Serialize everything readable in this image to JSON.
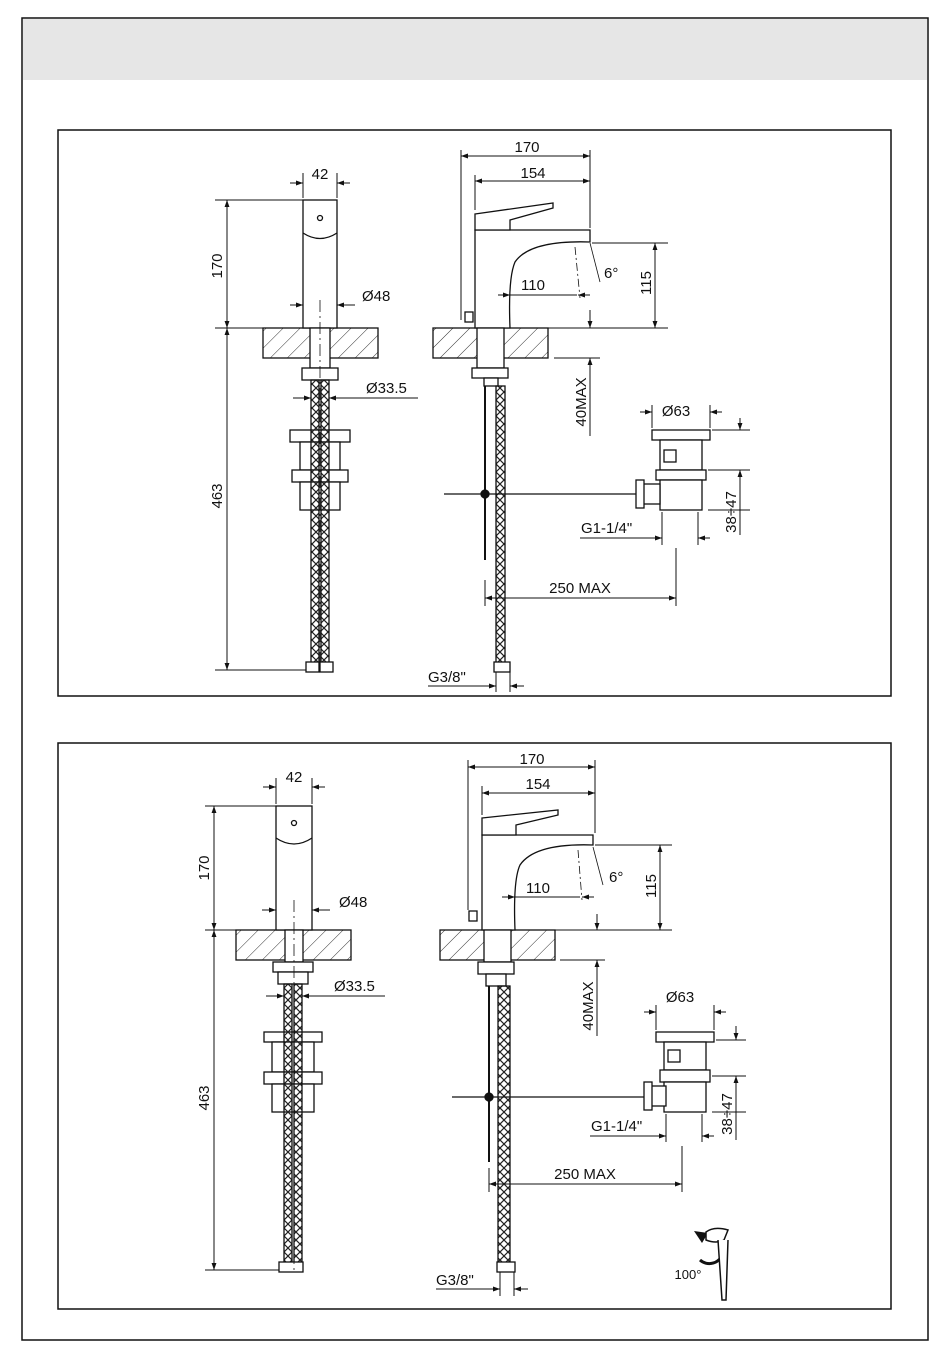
{
  "colors": {
    "line": "#111111",
    "header_band": "#e6e6e6",
    "background": "#ffffff"
  },
  "icons": [
    "rotation-arrow-icon",
    "lever-handle-icon"
  ],
  "drawings": [
    {
      "dims": {
        "top_width": "42",
        "top_height": "170",
        "body_diameter": "Ø48",
        "shank_diameter": "Ø33.5",
        "supply_length": "463",
        "overall_length": "170",
        "lever_length": "154",
        "spout_reach": "110",
        "spout_angle": "6°",
        "spout_height": "115",
        "deck_thickness": "40MAX",
        "waste_diameter": "Ø63",
        "waste_adjust": "38÷47",
        "waste_thread": "G1-1/4\"",
        "rod_length": "250 MAX",
        "supply_thread": "G3/8\""
      }
    },
    {
      "dims": {
        "top_width": "42",
        "top_height": "170",
        "body_diameter": "Ø48",
        "shank_diameter": "Ø33.5",
        "supply_length": "463",
        "overall_length": "170",
        "lever_length": "154",
        "spout_reach": "110",
        "spout_angle": "6°",
        "spout_height": "115",
        "deck_thickness": "40MAX",
        "waste_diameter": "Ø63",
        "waste_adjust": "38÷47",
        "waste_thread": "G1-1/4\"",
        "rod_length": "250 MAX",
        "supply_thread": "G3/8\""
      },
      "rotation_angle": "100°"
    }
  ]
}
